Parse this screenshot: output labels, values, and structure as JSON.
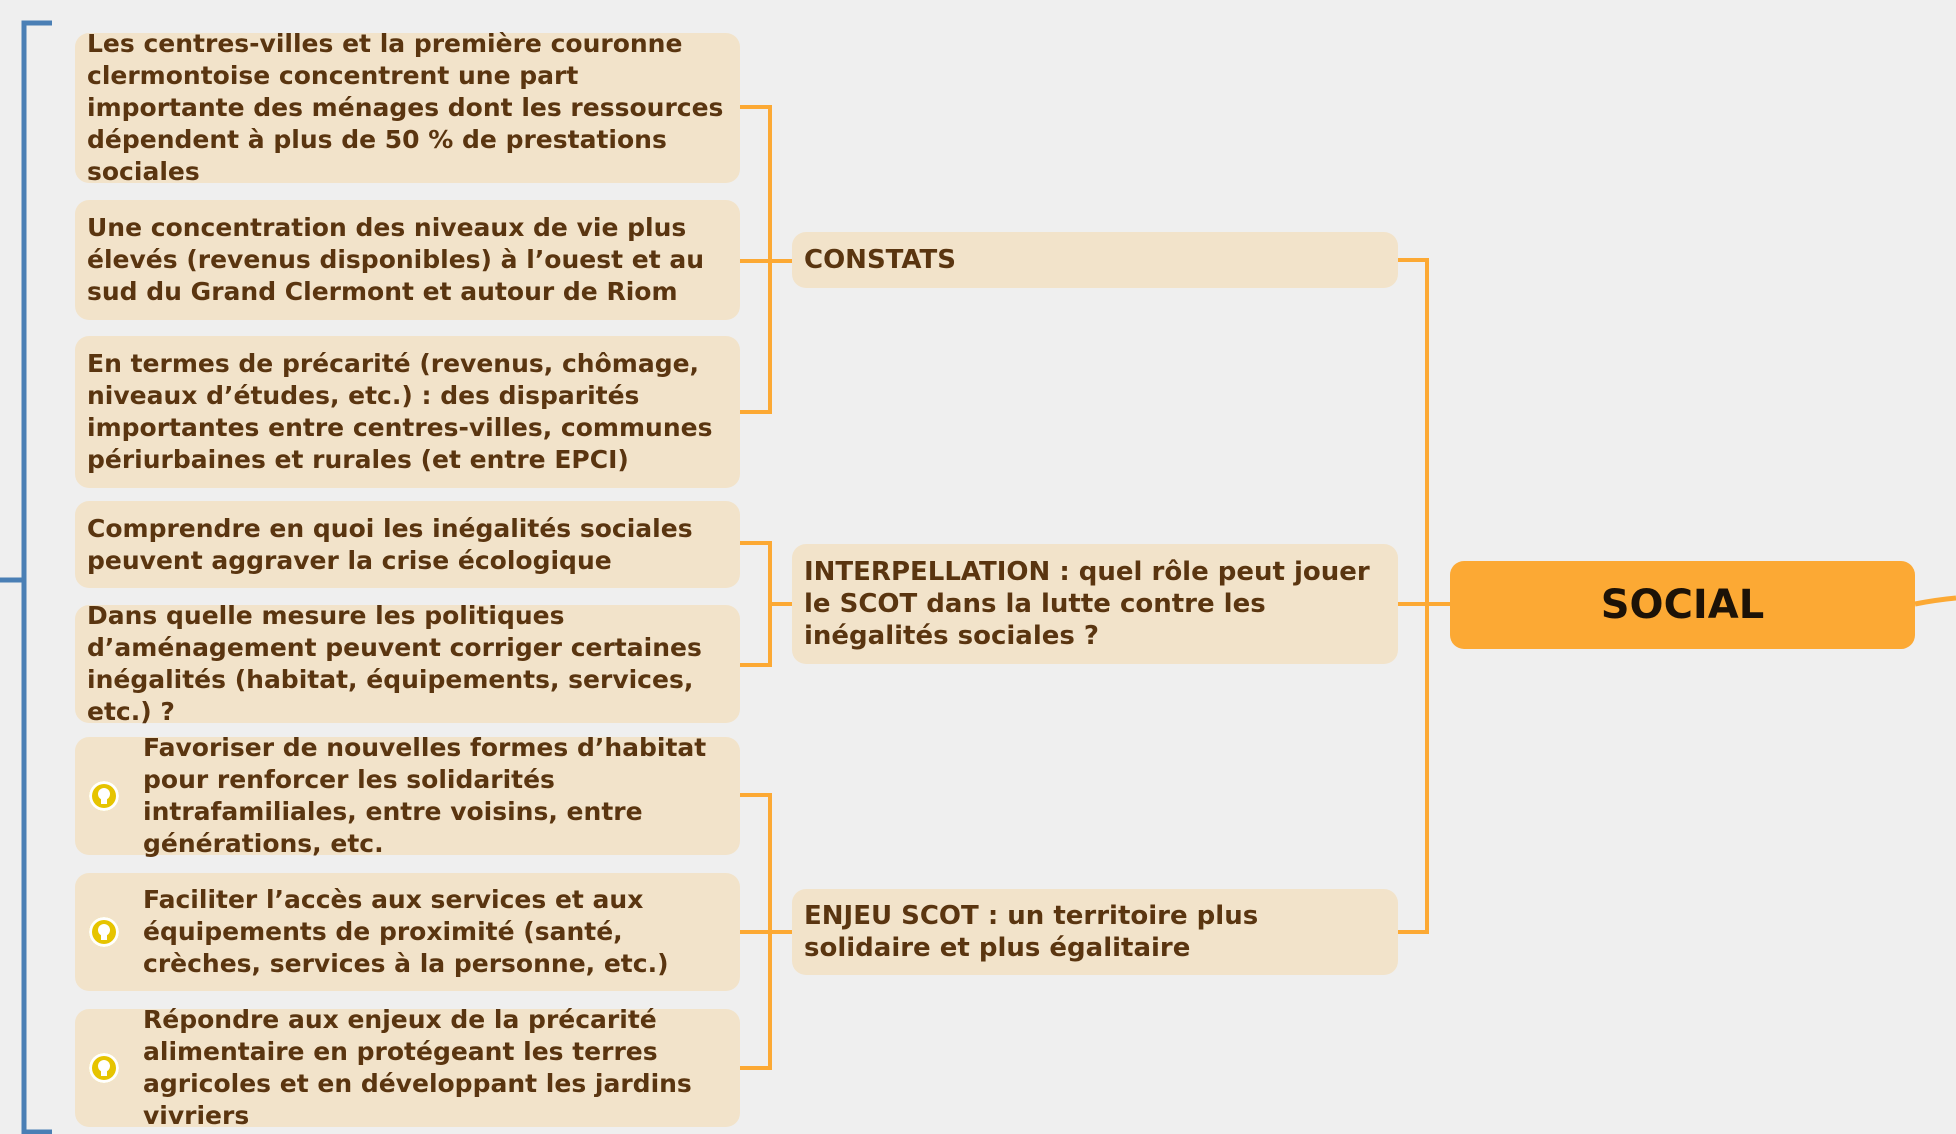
{
  "central": {
    "label": "SOCIAL"
  },
  "categories": {
    "constats": "CONSTATS",
    "interpellation": "INTERPELLATION : quel rôle peut jouer le SCOT dans la lutte contre les inégalités sociales ?",
    "enjeu": "ENJEU SCOT : un territoire plus solidaire et plus égalitaire"
  },
  "constats": [
    "Les centres-villes et la première couronne clermontoise concentrent une part importante des ménages dont les ressources dépendent à plus de 50 % de prestations sociales",
    "Une concentration des niveaux de vie plus élevés (revenus disponibles) à l’ouest et au sud du Grand Clermont et autour de Riom",
    "En termes de précarité (revenus, chômage, niveaux d’études, etc.) : des disparités importantes entre centres-villes, communes périurbaines et rurales (et entre EPCI)"
  ],
  "interpellation": [
    "Comprendre en quoi les inégalités sociales peuvent aggraver la crise écologique",
    "Dans quelle mesure les politiques d’aménagement peuvent corriger certaines inégalités (habitat, équipements, services, etc.) ?"
  ],
  "enjeu": [
    "Favoriser de nouvelles formes d’habitat pour renforcer les solidarités intrafamiliales, entre voisins, entre générations, etc.",
    "Faciliter l’accès aux services et aux équipements de proximité (santé, crèches, services à la personne, etc.)",
    "Répondre aux enjeux de la précarité alimentaire en protégeant les terres agricoles et en développant les jardins vivriers"
  ],
  "colors": {
    "background": "#efefef",
    "node": "#f2e3ca",
    "text": "#5a3510",
    "central": "#fca934",
    "connector": "#fca934",
    "left_bracket": "#4a7fb5",
    "bulb": "#e6c400"
  },
  "icons": {
    "idea": "lightbulb-icon"
  }
}
